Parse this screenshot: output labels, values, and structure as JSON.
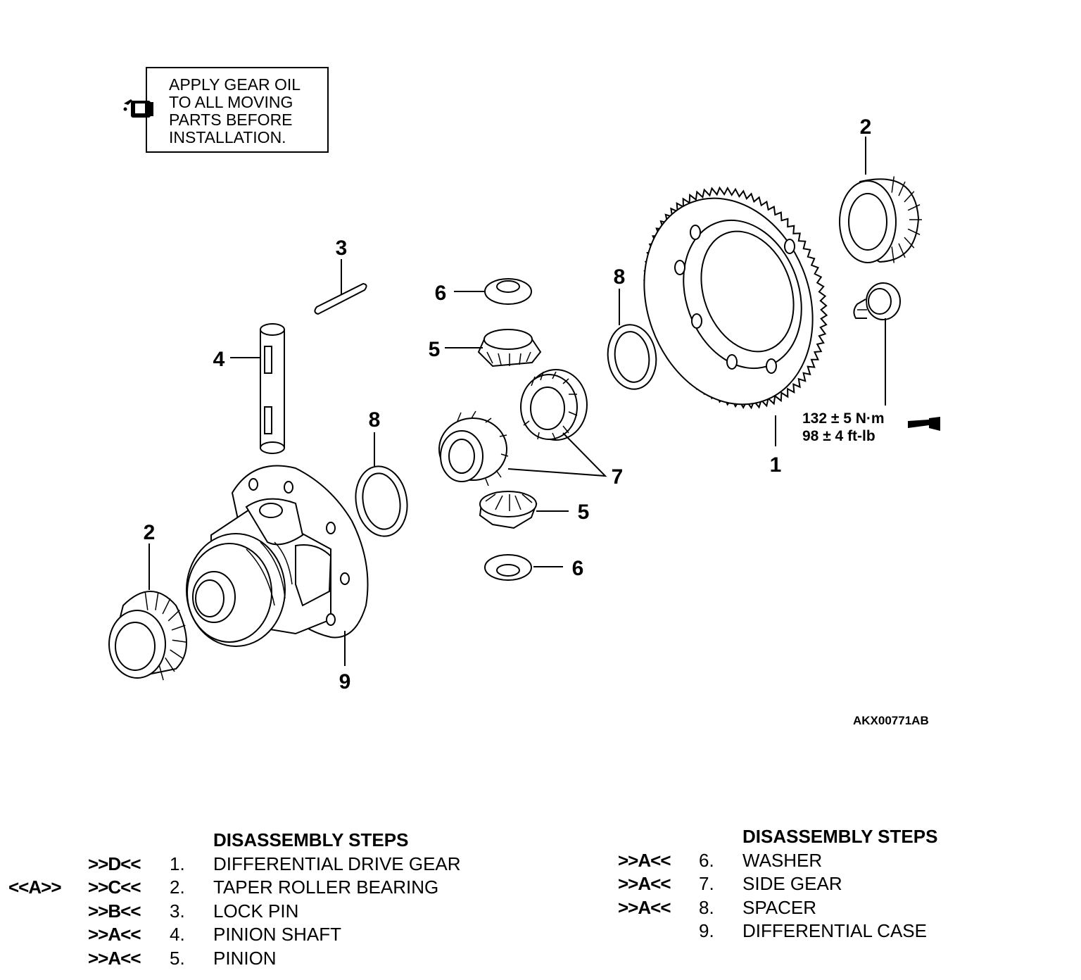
{
  "note": {
    "icon": "oil-can-icon",
    "text": "APPLY GEAR OIL\nTO ALL MOVING\nPARTS BEFORE\nINSTALLATION."
  },
  "callouts": {
    "c1": "1",
    "c2a": "2",
    "c2b": "2",
    "c3": "3",
    "c4": "4",
    "c5a": "5",
    "c5b": "5",
    "c6a": "6",
    "c6b": "6",
    "c7": "7",
    "c8a": "8",
    "c8b": "8",
    "c9": "9"
  },
  "torque": {
    "metric": "132 ± 5 N·m",
    "imperial": "98 ± 4 ft-lb"
  },
  "figure_code": "AKX00771AB",
  "steps_left": {
    "title": "DISASSEMBLY STEPS",
    "rows": [
      {
        "pre": "",
        "mark": ">>D<<",
        "num": "1.",
        "label": "DIFFERENTIAL DRIVE GEAR"
      },
      {
        "pre": "<<A>>",
        "mark": ">>C<<",
        "num": "2.",
        "label": "TAPER ROLLER BEARING"
      },
      {
        "pre": "",
        "mark": ">>B<<",
        "num": "3.",
        "label": "LOCK PIN"
      },
      {
        "pre": "",
        "mark": ">>A<<",
        "num": "4.",
        "label": "PINION SHAFT"
      },
      {
        "pre": "",
        "mark": ">>A<<",
        "num": "5.",
        "label": "PINION"
      }
    ]
  },
  "steps_right": {
    "title": "DISASSEMBLY STEPS",
    "rows": [
      {
        "mark": ">>A<<",
        "num": "6.",
        "label": "WASHER"
      },
      {
        "mark": ">>A<<",
        "num": "7.",
        "label": "SIDE GEAR"
      },
      {
        "mark": ">>A<<",
        "num": "8.",
        "label": "SPACER"
      },
      {
        "mark": "",
        "num": "9.",
        "label": "DIFFERENTIAL CASE"
      }
    ]
  }
}
